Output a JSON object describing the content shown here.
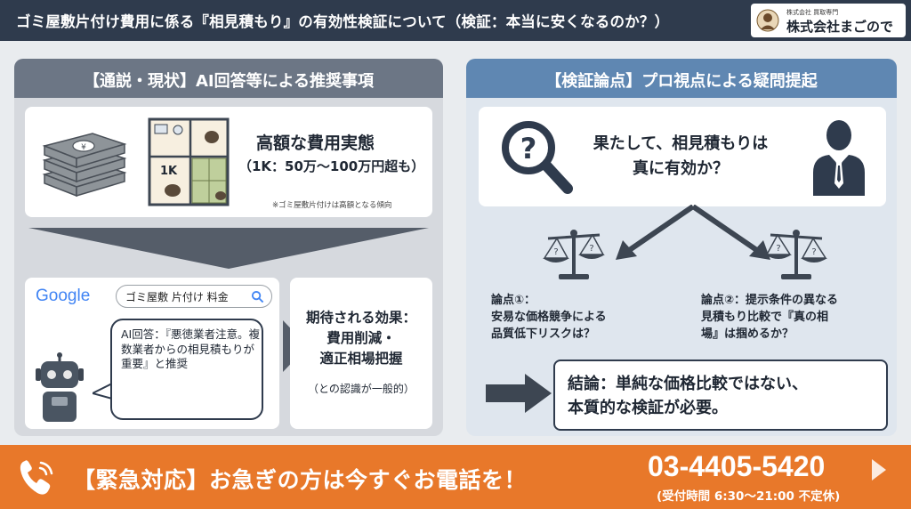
{
  "header": {
    "title": "ゴミ屋敷片付け費用に係る『相見積もり』の有効性検証について（検証：本当に安くなるのか？）",
    "company_sub": "株式会社 買取専門",
    "company_name": "株式会社まごので"
  },
  "left_panel": {
    "heading": "【通説・現状】AI回答等による推奨事項",
    "cost": {
      "floorplan_label": "1K",
      "title": "高額な費用実態",
      "subtitle": "（1K：50万～100万円超も）",
      "note": "※ゴミ屋敷片付けは高額となる傾向"
    },
    "search": {
      "brand": "Google",
      "query": "ゴミ屋敷 片付け 料金"
    },
    "ai_answer": "AI回答：『悪徳業者注意。複数業者からの相見積もりが重要』と推奨",
    "effect": {
      "line1": "期待される効果：",
      "line2": "費用削減・",
      "line3": "適正相場把握",
      "sub": "（との認識が一般的）"
    }
  },
  "right_panel": {
    "heading": "【検証論点】プロ視点による疑問提起",
    "question_line1": "果たして、相見積もりは",
    "question_line2": "真に有効か？",
    "point1": "論点①：\n安易な価格競争による\n品質低下リスクは？",
    "point2": "論点②：提示条件の異なる\n見積もり比較で『真の相\n場』は掴めるか？",
    "conclusion_line1": "結論：単純な価格比較ではない、",
    "conclusion_line2": "本質的な検証が必要。"
  },
  "footer": {
    "message": "【緊急対応】お急ぎの方は今すぐお電話を！",
    "phone": "03-4405-5420",
    "hours": "(受付時間 6:30～21:00 不定休)"
  },
  "colors": {
    "header_bg": "#2f3b4d",
    "left_accent": "#6c7685",
    "right_accent": "#5f87b2",
    "footer_bg": "#e8782a"
  },
  "icons": [
    "money-stack-icon",
    "floorplan-icon",
    "search-icon",
    "robot-icon",
    "magnifier-question-icon",
    "businessman-icon",
    "balance-scale-icon",
    "phone-icon"
  ]
}
